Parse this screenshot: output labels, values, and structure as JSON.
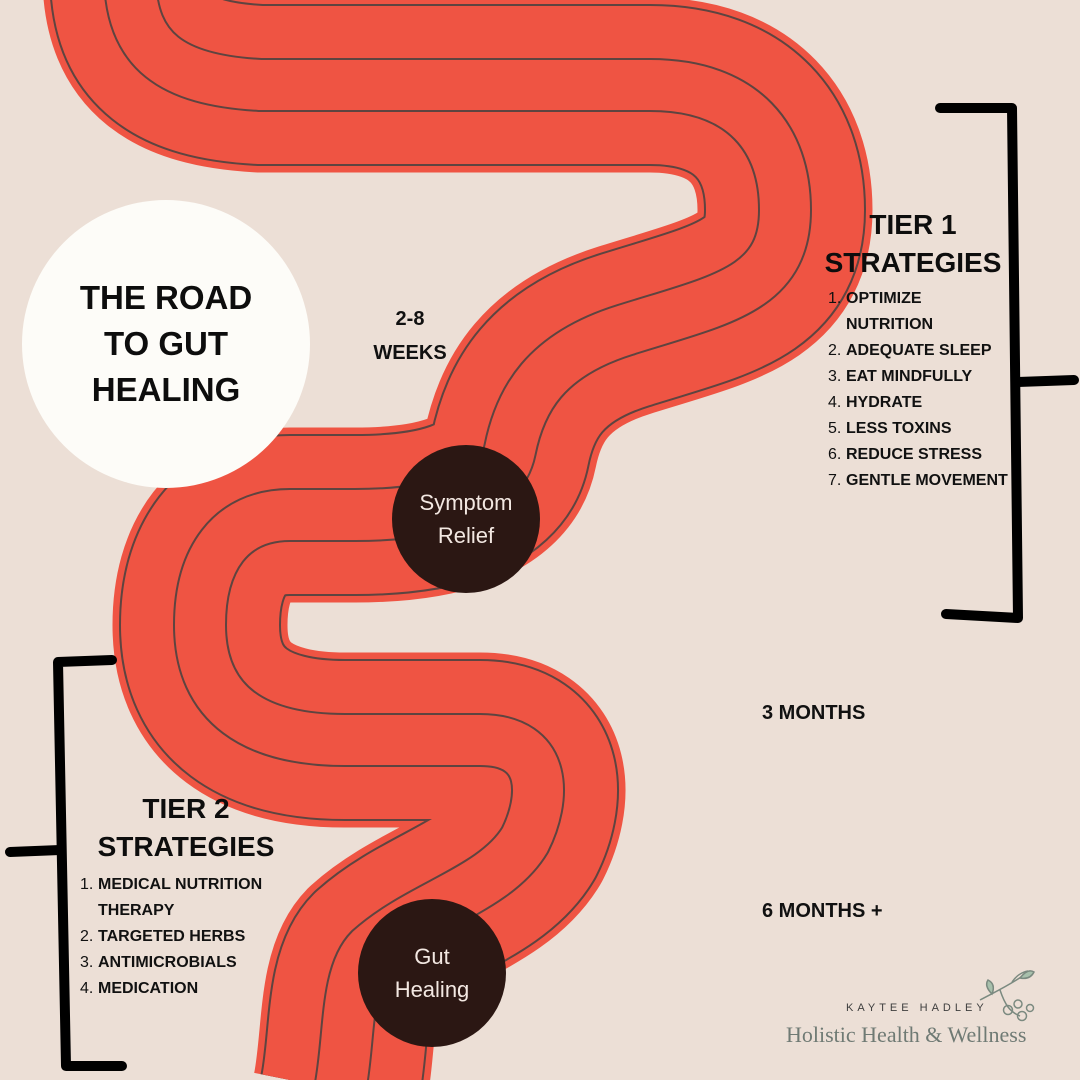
{
  "title": "THE ROAD TO GUT HEALING",
  "milestones": {
    "symptom_relief": "Symptom Relief",
    "gut_healing": "Gut Healing"
  },
  "timeline": {
    "t1": "2-8 WEEKS",
    "t2": "3 MONTHS",
    "t3": "6 MONTHS +"
  },
  "tier1": {
    "title": "TIER 1 STRATEGIES",
    "items": [
      {
        "num": "1.",
        "text": "OPTIMIZE NUTRITION"
      },
      {
        "num": "2.",
        "text": "ADEQUATE SLEEP"
      },
      {
        "num": "3.",
        "text": "EAT MINDFULLY"
      },
      {
        "num": "4.",
        "text": "HYDRATE"
      },
      {
        "num": "5.",
        "text": "LESS TOXINS"
      },
      {
        "num": "6.",
        "text": "REDUCE STRESS"
      },
      {
        "num": "7.",
        "text": "GENTLE MOVEMENT"
      }
    ]
  },
  "tier2": {
    "title": "TIER 2 STRATEGIES",
    "items": [
      {
        "num": "1.",
        "text": "MEDICAL NUTRITION THERAPY"
      },
      {
        "num": "2.",
        "text": "TARGETED HERBS"
      },
      {
        "num": "3.",
        "text": "ANTIMICROBIALS"
      },
      {
        "num": "4.",
        "text": "MEDICATION"
      }
    ]
  },
  "brand": {
    "name": "KAYTEE HADLEY",
    "tagline": "Holistic Health & Wellness"
  },
  "colors": {
    "background": "#ecdfd6",
    "road": "#ef5443",
    "road_line": "#5e4440",
    "milestone": "#2b1713",
    "title_circle": "#fdfcf8",
    "bracket": "#000000"
  },
  "icons": [
    "berry-branch-icon"
  ]
}
